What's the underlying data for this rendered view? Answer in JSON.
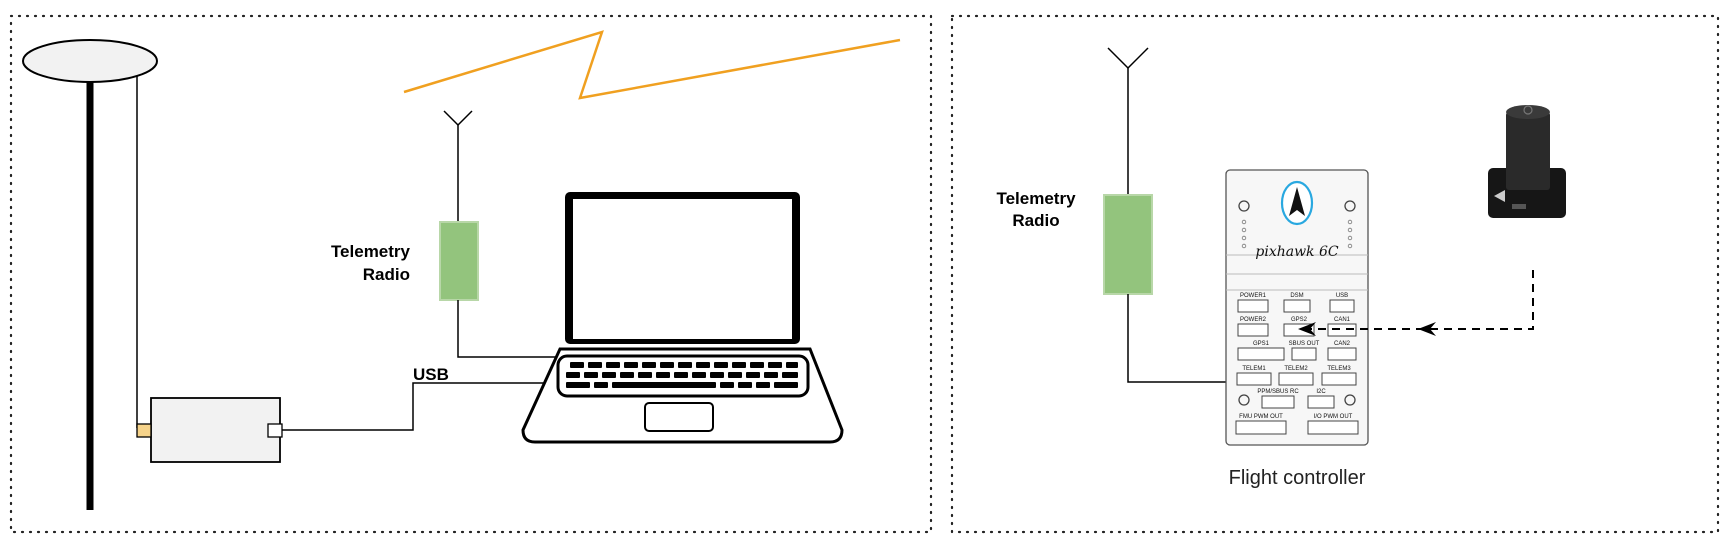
{
  "left_panel": {
    "telemetry_radio_label_line1": "Telemetry",
    "telemetry_radio_label_line2": "Radio",
    "usb_label": "USB"
  },
  "right_panel": {
    "telemetry_radio_label_line1": "Telemetry",
    "telemetry_radio_label_line2": "Radio",
    "flight_controller_caption": "Flight controller",
    "board_brand": "pixhawk 6C",
    "port_labels": {
      "power1": "POWER1",
      "dsm": "DSM",
      "usb": "USB",
      "power2": "POWER2",
      "gps2": "GPS2",
      "can1": "CAN1",
      "gps1": "GPS1",
      "sbus_out": "SBUS OUT",
      "can2": "CAN2",
      "telem1": "TELEM1",
      "telem2": "TELEM2",
      "telem3": "TELEM3",
      "ppm_sbus_rc": "PPM/SBUS RC",
      "i2c": "I2C",
      "fmu_pwm_out": "FMU PWM OUT",
      "io_pwm_out": "I/O PWM OUT"
    }
  },
  "colors": {
    "radio_green": "#93c47d",
    "radio_border": "#b8d7a8",
    "signal_orange": "#f0a020",
    "connector_yellow": "#f6d38a",
    "board_accent": "#29a8e0"
  }
}
